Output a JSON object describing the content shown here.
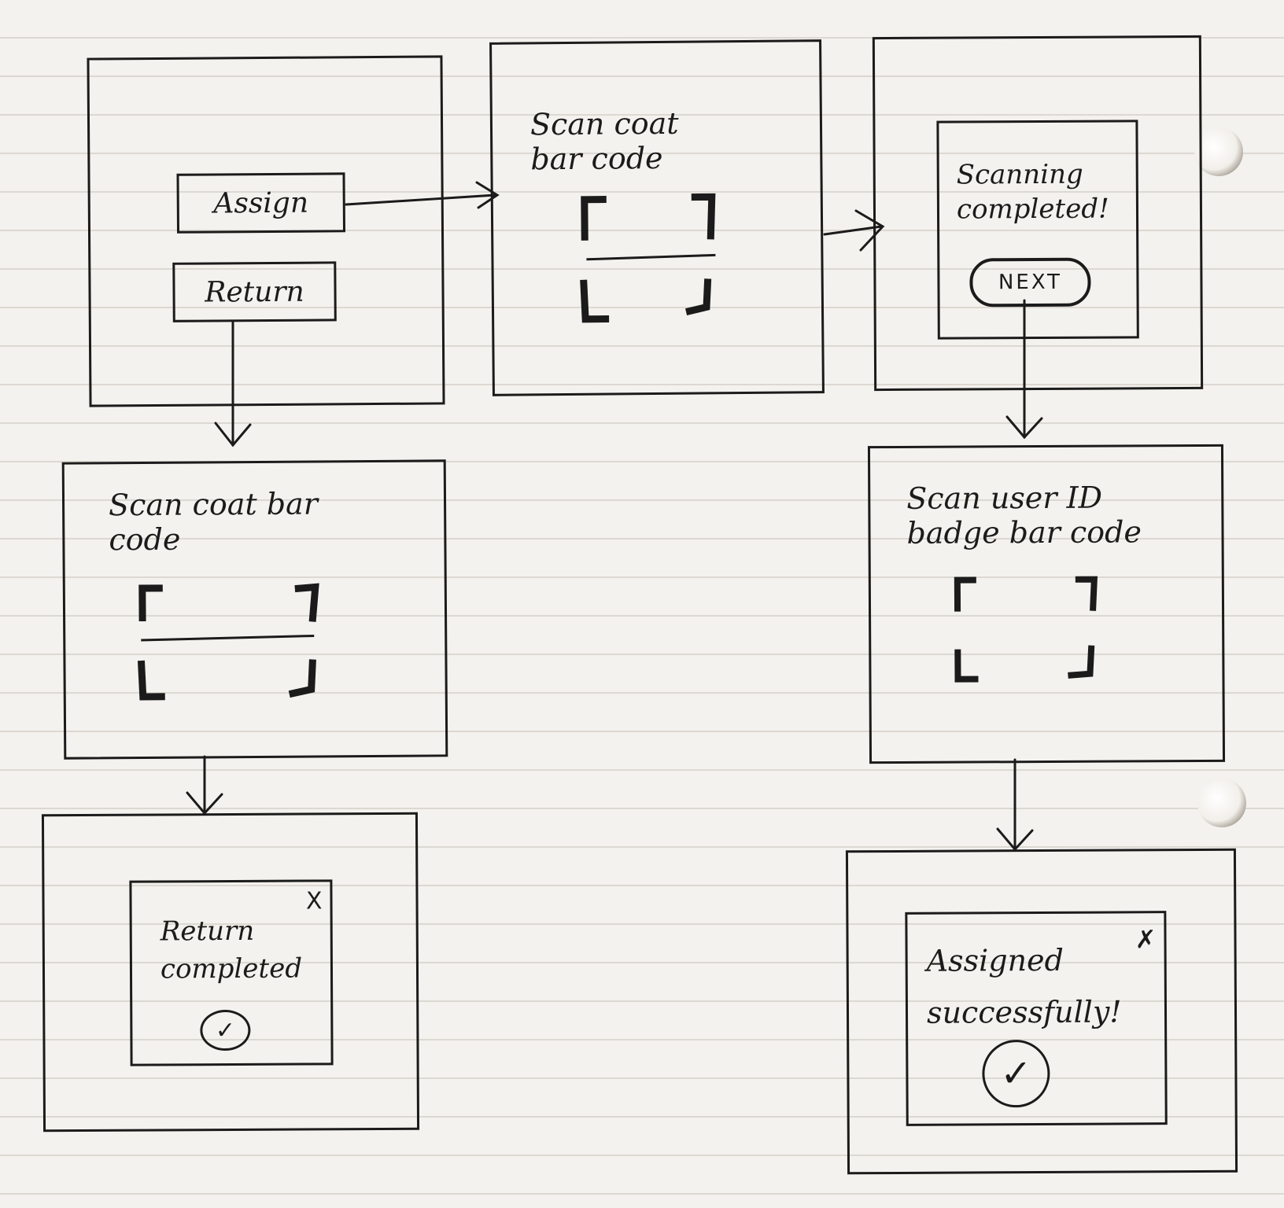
{
  "screen1": {
    "assign_label": "Assign",
    "return_label": "Return"
  },
  "screen2": {
    "prompt": "Scan coat\nbar code"
  },
  "screen3": {
    "dialog_text": "Scanning\ncompleted!",
    "next_label": "NEXT"
  },
  "screen4": {
    "prompt": "Scan coat bar\ncode"
  },
  "screen5": {
    "prompt": "Scan user ID\nbadge bar code"
  },
  "screen6": {
    "dialog_text": "Return\ncompleted",
    "close_label": "X",
    "check_icon": "check-circle-icon"
  },
  "screen7": {
    "dialog_text": "Assigned\nsuccessfully!",
    "close_label": "✗",
    "check_icon": "check-circle-icon"
  }
}
